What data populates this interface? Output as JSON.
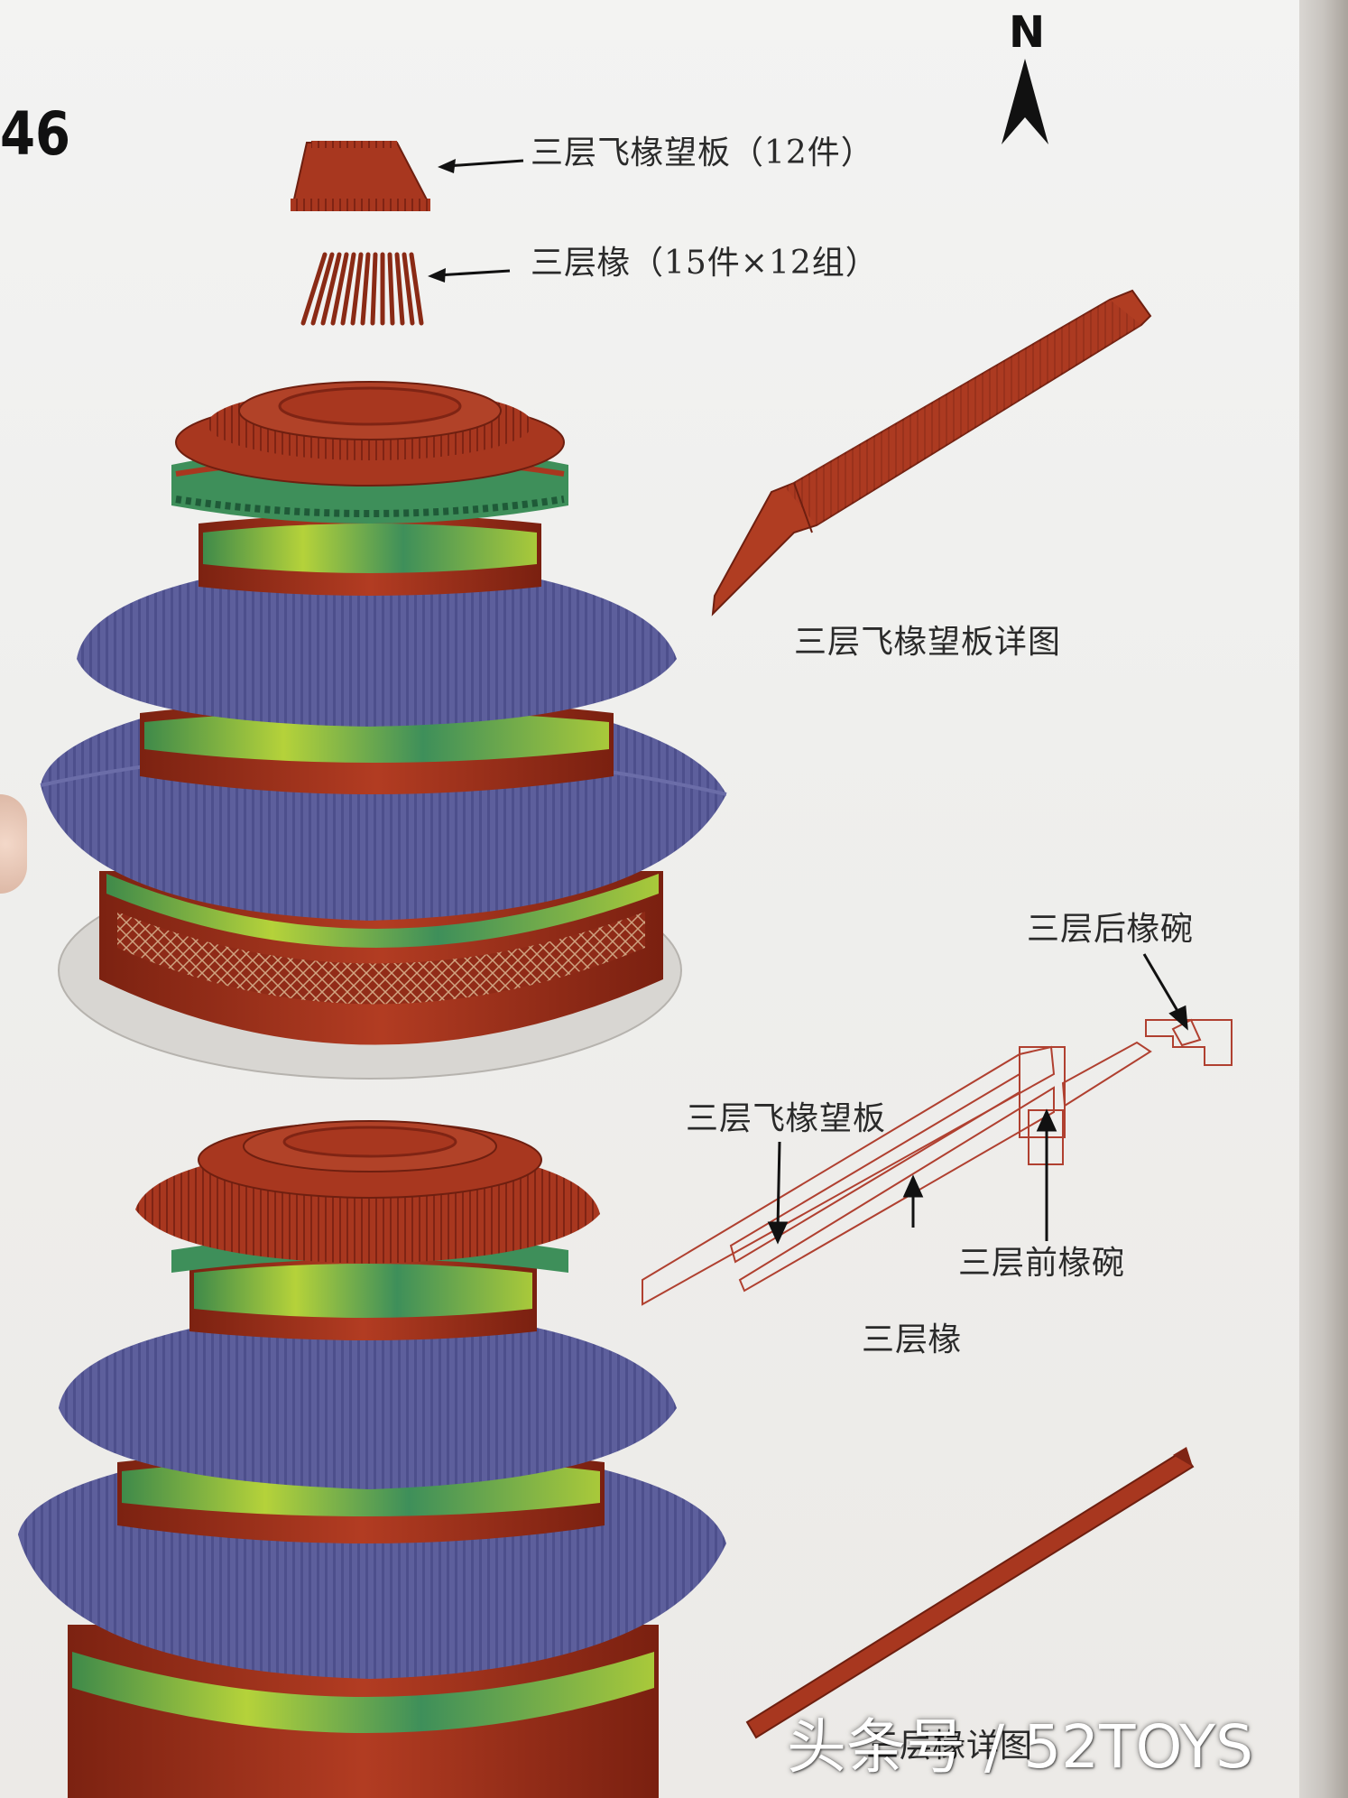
{
  "page": {
    "number": "46",
    "north": "N"
  },
  "top_parts": {
    "flying_rafter_board_label": "三层飞椽望板（12件）",
    "rafters_label": "三层椽（15件×12组）"
  },
  "detail_captions": {
    "flying_rafter_board_detail": "三层飞椽望板详图",
    "rafter_detail": "三层椽详图"
  },
  "section_diagram": {
    "rear_rafter_bowl": "三层后椽碗",
    "flying_rafter_board": "三层飞椽望板",
    "front_rafter_bowl": "三层前椽碗",
    "rafter": "三层椽"
  },
  "watermark": "头条号 / 52TOYS",
  "colors": {
    "roof_blue": "#5d5f9c",
    "timber_red": "#a8371f",
    "bracket_green": "#3e8f5a",
    "line_red": "#b04030"
  }
}
